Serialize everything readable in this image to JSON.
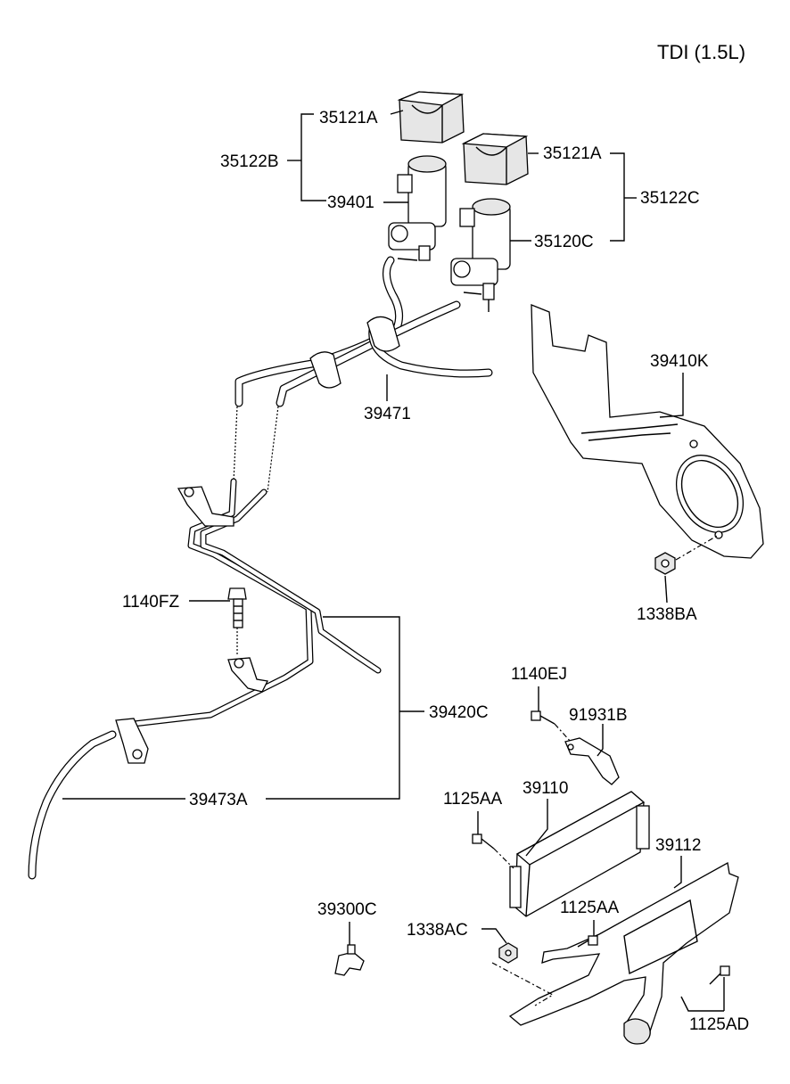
{
  "header": {
    "variant": "TDI (1.5L)"
  },
  "labels": {
    "p35121A_1": "35121A",
    "p35121A_2": "35121A",
    "p35122B": "35122B",
    "p35122C": "35122C",
    "p39401": "39401",
    "p35120C": "35120C",
    "p39410K": "39410K",
    "p39471": "39471",
    "p1338BA": "1338BA",
    "p1140FZ": "1140FZ",
    "p39420C": "39420C",
    "p39473A": "39473A",
    "p1140EJ": "1140EJ",
    "p91931B": "91931B",
    "p39110": "39110",
    "p1125AA_1": "1125AA",
    "p39112": "39112",
    "p39300C": "39300C",
    "p1338AC": "1338AC",
    "p1125AA_2": "1125AA",
    "p1125AD": "1125AD"
  }
}
